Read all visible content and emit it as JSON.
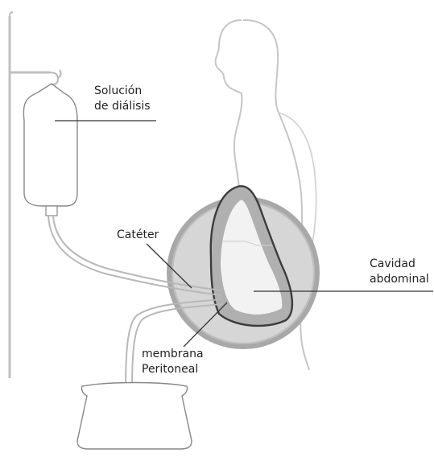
{
  "labels": {
    "solution": {
      "line1": "Solución",
      "line2": "de diálisis"
    },
    "catheter": "Catéter",
    "cavity": {
      "line1": "Cavidad",
      "line2": "abdominal"
    },
    "membrane": {
      "line1": "membrana",
      "line2": "Peritoneal"
    }
  },
  "colors": {
    "outline": "#c8c8c8",
    "stroke_dark": "#444444",
    "tube": "#bdbdbd",
    "circle_fill": "#d6d6d6",
    "circle_stroke": "#a8a8a8",
    "cavity_fill": "#b0b0b0",
    "fluid_fill": "#f2f2f2",
    "leader": "#333333"
  }
}
